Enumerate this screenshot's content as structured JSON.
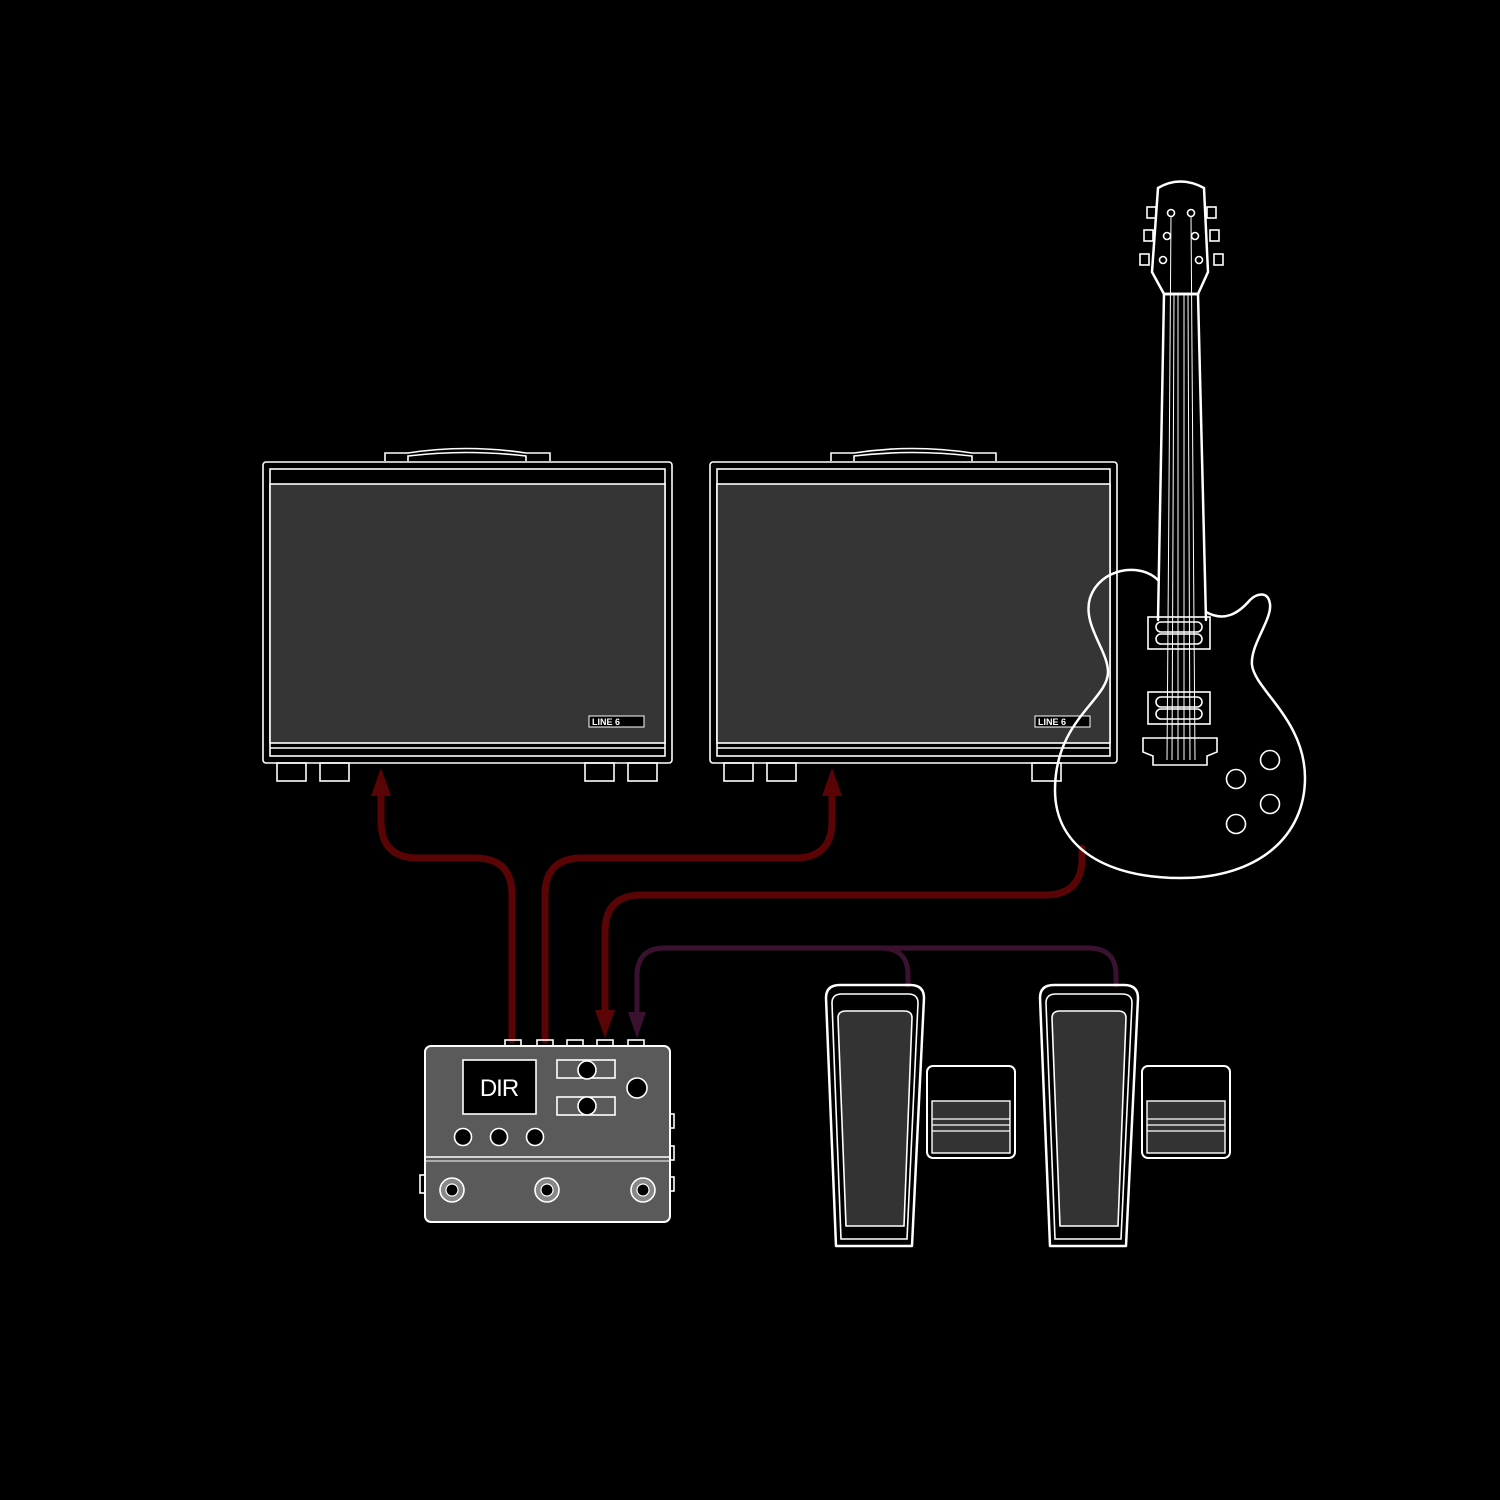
{
  "diagram": {
    "amp_logo": "LINE 6",
    "device_screen_text": "DIR",
    "colors": {
      "background": "#000000",
      "outline": "#ffffff",
      "amp_grille": "#353535",
      "device_body": "#5a5a5a",
      "signal_cable": "#5a0406",
      "pedal_cable": "#3a1230"
    },
    "components": [
      {
        "id": "amp-left",
        "icon": "guitar-amp"
      },
      {
        "id": "amp-right",
        "icon": "guitar-amp"
      },
      {
        "id": "guitar",
        "icon": "electric-guitar"
      },
      {
        "id": "multi-effects",
        "icon": "effects-processor"
      },
      {
        "id": "expression-pedal-1",
        "icon": "expression-pedal"
      },
      {
        "id": "expression-pedal-2",
        "icon": "expression-pedal"
      }
    ]
  }
}
